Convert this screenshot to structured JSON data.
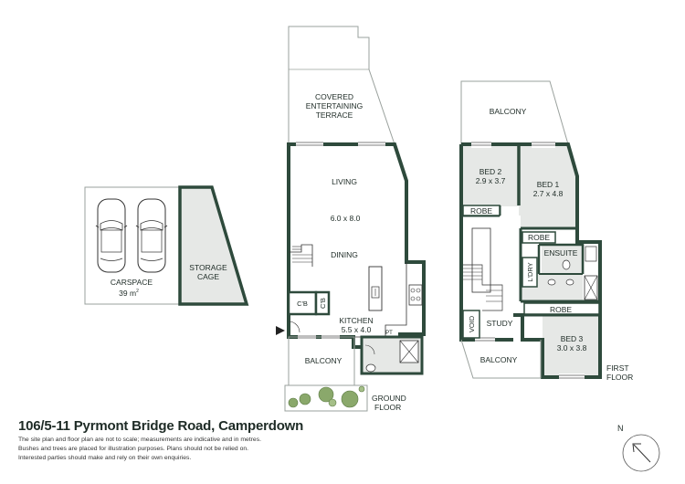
{
  "address_title": "106/5-11 Pyrmont Bridge Road, Camperdown",
  "disclaimer_lines": [
    "The site plan and floor plan are not to scale; measurements are indicative and in metres.",
    "Bushes and trees are placed for illustration purposes. Plans should not be relied on.",
    "Interested parties should make and rely on their own enquiries."
  ],
  "compass_label": "N",
  "colors": {
    "wall": "#2e4a3c",
    "room_fill": "#e6e8e6",
    "outline": "#9aa19d",
    "tree": "#8aa86b"
  },
  "carspace": {
    "label": "CARSPACE",
    "area": "39 m",
    "area_sup": "2"
  },
  "storage": {
    "line1": "STORAGE",
    "line2": "CAGE"
  },
  "ground": {
    "terrace": [
      "COVERED",
      "ENTERTAINING",
      "TERRACE"
    ],
    "living": "LIVING",
    "living_dims": "6.0 x 8.0",
    "dining": "DINING",
    "cb1": "C'B",
    "cb2": "C'B",
    "kitchen": "KITCHEN",
    "kitchen_dims": "5.5 x 4.0",
    "pt": "PT",
    "balcony": "BALCONY",
    "floor_label": [
      "GROUND",
      "FLOOR"
    ]
  },
  "first": {
    "balcony_top": "BALCONY",
    "bed2": "BED 2",
    "bed2_dims": "2.9 x 3.7",
    "bed1": "BED 1",
    "bed1_dims": "2.7 x 4.8",
    "robe1": "ROBE",
    "robe2": "ROBE",
    "ensuite": "ENSUITE",
    "ldry": "L'DRY",
    "robe3": "ROBE",
    "void": "VOID",
    "study": "STUDY",
    "bed3": "BED 3",
    "bed3_dims": "3.0 x 3.8",
    "balcony_bottom": "BALCONY",
    "floor_label": [
      "FIRST",
      "FLOOR"
    ]
  }
}
